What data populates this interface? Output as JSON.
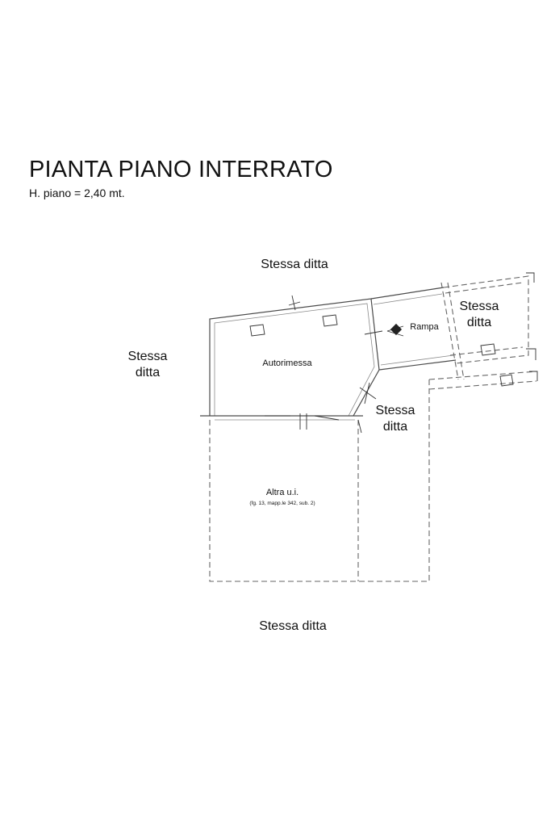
{
  "header": {
    "title": "PIANTA PIANO INTERRATO",
    "subtitle": "H. piano = 2,40 mt."
  },
  "plan": {
    "labels": {
      "north": "Stessa ditta",
      "west_line1": "Stessa",
      "west_line2": "ditta",
      "east_line1": "Stessa",
      "east_line2": "ditta",
      "southeast_line1": "Stessa",
      "southeast_line2": "ditta",
      "south": "Stessa ditta",
      "garage": "Autorimessa",
      "ramp": "Rampa",
      "other_unit": "Altra u.i.",
      "other_unit_ref": "(fg. 13, mapp.le 342, sub. 2)"
    }
  },
  "colors": {
    "wall": "#4a4a4a",
    "dashed_boundary": "#666666",
    "text": "#111111"
  }
}
